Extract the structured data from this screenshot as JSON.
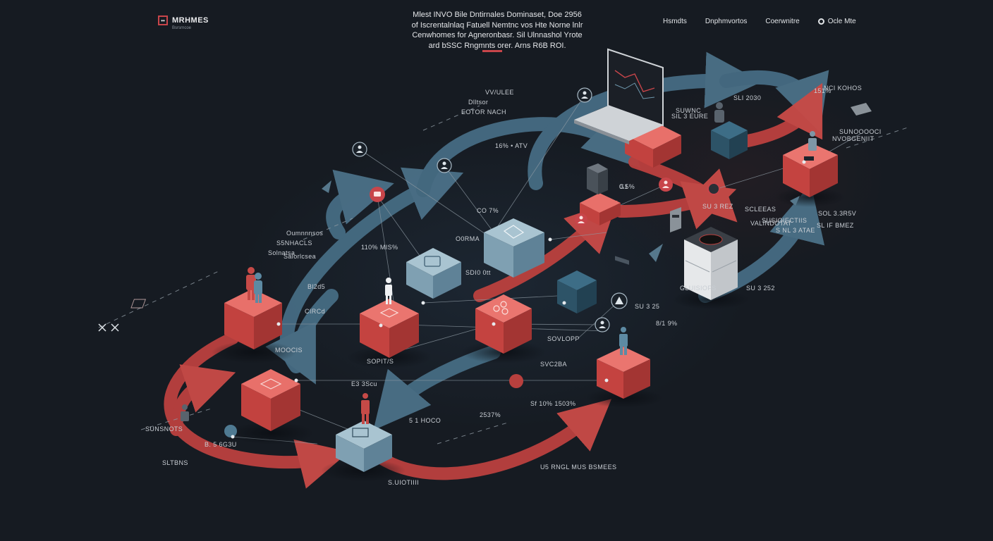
{
  "header": {
    "logo_name": "MRHMES",
    "logo_sub": "Bsrsrncoe",
    "headline": [
      "Mlest INVO Bile Dntirnales Dominaset, Doe 2956",
      "of Iscrentalnlaq Fatuell Nemtnc vos Hte Norne lnlr",
      "Cenwhomes for Agneronbasr. Sil Ulnnashol Yrote",
      "ard bSSC Rngmnts orer. Arns R6B ROI."
    ],
    "nav": [
      "Hsmdts",
      "Dnphmvortos",
      "Coerwnitre",
      "Ocle Mte"
    ]
  },
  "labels": [
    "VV/ULEE",
    "Dlltsor",
    "EOTOR NACH",
    "16% • ATV",
    "Oumnnnsos",
    "S5NHACLS",
    "Solnatsa",
    "Saiorlcsea",
    "110% MIS%",
    "CO 7%",
    "O0RMA",
    "SDI0 0tt",
    "Bl2d5",
    "CIRCd",
    "MOOCIS",
    "SOPIT/S",
    "E3 3Scu",
    "B. 5 6G3U",
    "5 1 HOCO",
    "2537%",
    "Sf 10% 1503%",
    "SVC2BA",
    "SOVLOPP",
    "SU 3 25",
    "8/1 9%",
    "SU 3 252",
    "VALINDOTAT",
    "SOL 3.3R5V",
    "NCI KOHOS",
    "151%",
    "SLI 2030",
    "SUWNC",
    "0.5%",
    "SCLEEAS",
    "SUNOOOOCI",
    "SL IF BMEZ",
    "SU 3 REZ",
    "SUNSNOTS",
    "SLTBNS",
    "S.UIOTIIII",
    "NVOBGENIIT",
    "G1",
    "SUSIOIECTIIS",
    "S NL 3 ATAE",
    "SIL 3 EURE",
    "U5 RNGL MUS BSMEES",
    "GLUISIOFS"
  ],
  "colors": {
    "background": "#161b22",
    "red": "#d9534f",
    "teal": "#4f7a92",
    "light_teal": "#8fb1c2",
    "line": "#9aa5ae"
  }
}
